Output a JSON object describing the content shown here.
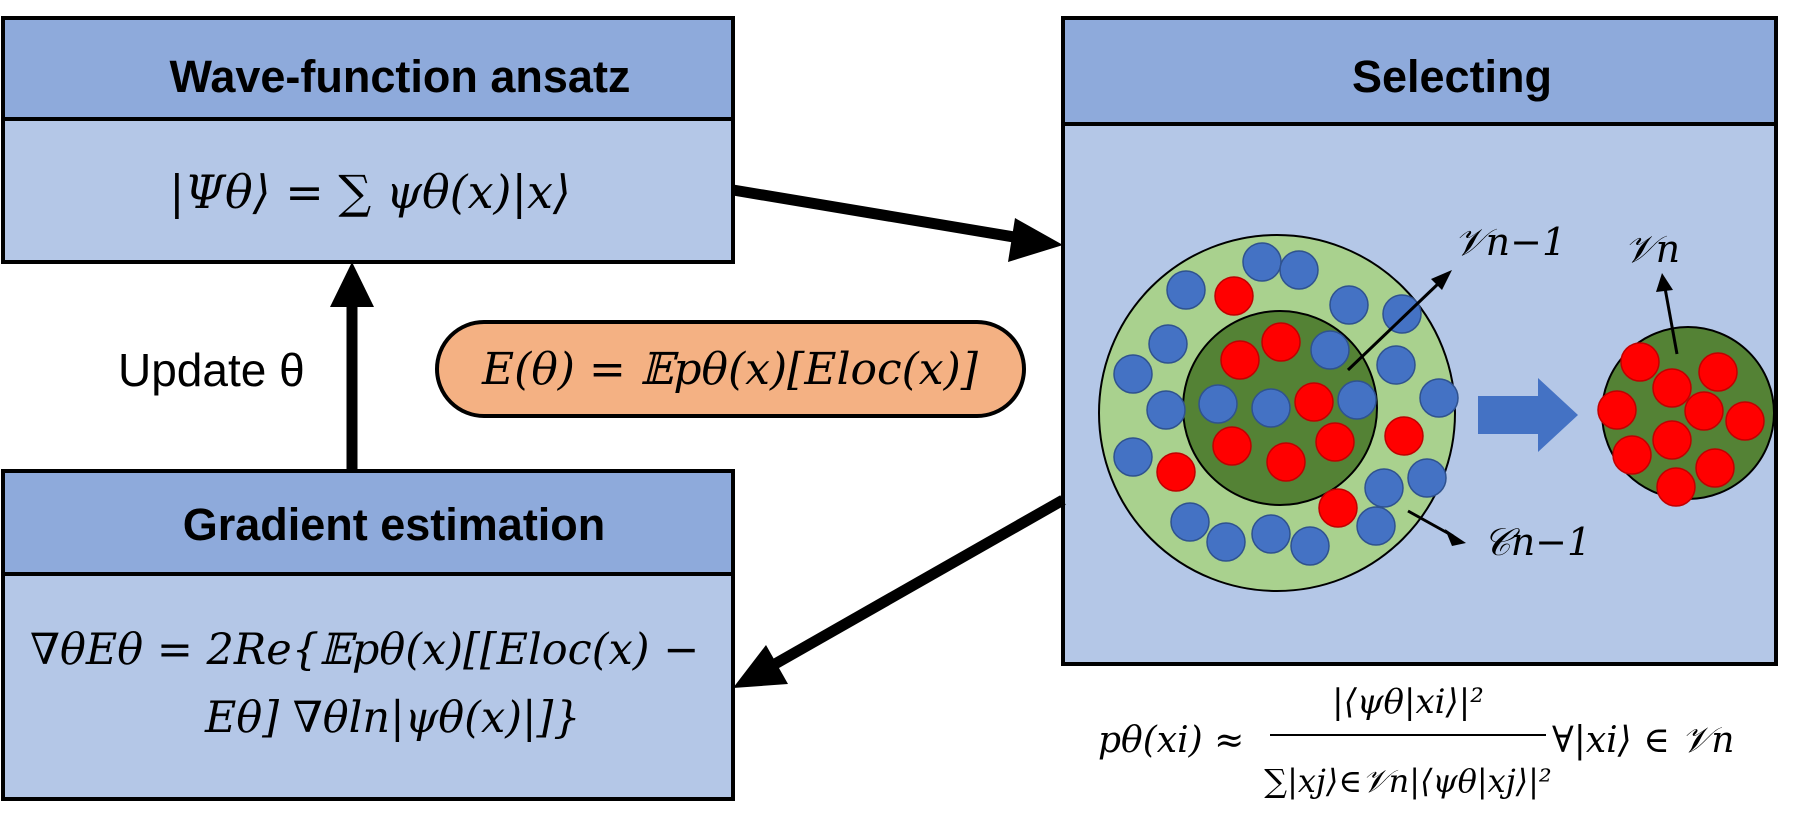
{
  "panels": {
    "ansatz": {
      "title": "Wave-function ansatz",
      "formula": "|Ψθ⟩ = ∑ ψθ(x)|x⟩"
    },
    "gradient": {
      "title": "Gradient estimation",
      "formula_line1": "∇θEθ = 2Re{𝔼pθ(x)[[Eloc(x) −",
      "formula_line2": "Eθ] ∇θln|ψθ(x)|]}"
    },
    "selecting": {
      "title": "Selecting",
      "label_v_prev": "𝒱n−1",
      "label_v_next": "𝒱n",
      "label_c_prev": "𝒞n−1"
    }
  },
  "update_label": "Update θ",
  "energy": "E(θ) = 𝔼pθ(x)[Eloc(x)]",
  "probability": {
    "lhs": "pθ(xi) ≈",
    "numerator": "|⟨ψθ|xi⟩|²",
    "denominator": "∑|xj⟩∈𝒱n|⟨ψθ|xj⟩|²",
    "tail": "∀|xi⟩ ∈ 𝒱n"
  },
  "colors": {
    "header_fill": "#8eaadb",
    "body_fill": "#b4c7e7",
    "energy_fill": "#f4b183",
    "outer_ring": "#a9d18e",
    "inner_core": "#548235",
    "blue_dot": "#4472c4",
    "red_dot": "#ff0000",
    "big_arrow": "#4472c4"
  }
}
